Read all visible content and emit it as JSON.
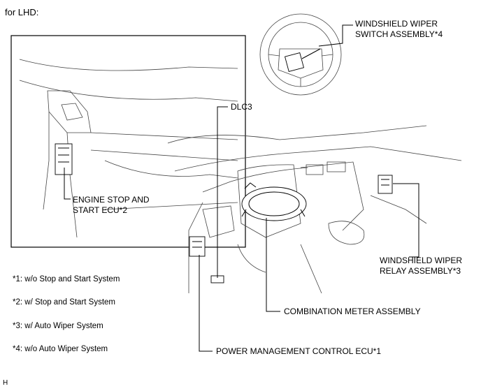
{
  "header": {
    "variant": "for LHD:"
  },
  "callouts": {
    "wiper_switch": [
      "WINDSHIELD WIPER",
      "SWITCH ASSEMBLY*4"
    ],
    "dlc3": "DLC3",
    "engine_ecu": [
      "ENGINE STOP AND",
      "START ECU*2"
    ],
    "wiper_relay": [
      "WINDSHIELD WIPER",
      "RELAY ASSEMBLY*3"
    ],
    "combination_meter": "COMBINATION METER ASSEMBLY",
    "power_ecu": "POWER MANAGEMENT CONTROL ECU*1"
  },
  "notes": [
    "*1: w/o Stop and Start System",
    "*2: w/ Stop and Start System",
    "*3: w/ Auto Wiper System",
    "*4: w/o Auto Wiper System"
  ],
  "footer": {
    "code": "H"
  }
}
